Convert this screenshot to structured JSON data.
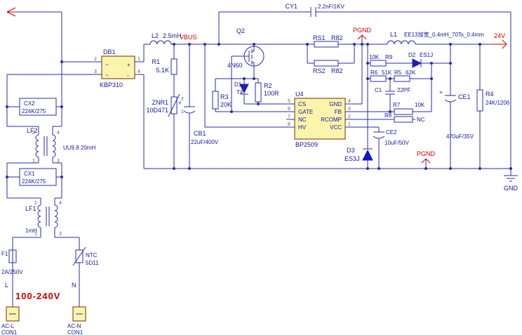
{
  "ports": {
    "vbus": "VBUS",
    "v24": "24V",
    "pgnd_top": "PGND",
    "pgnd_bottom": "PGND",
    "gnd": "GND",
    "line": "L",
    "neutral": "N",
    "ac_range": "100-240V"
  },
  "components": {
    "cy1": {
      "ref": "CY1",
      "value": "2.2nF/1KV"
    },
    "l2": {
      "ref": "L2",
      "value": "2.5mH"
    },
    "r1": {
      "ref": "R1",
      "value": "5.1K"
    },
    "db1": {
      "ref": "DB1",
      "value": "KBP310",
      "pins": [
        "2",
        "3",
        "1",
        "4"
      ],
      "marks": [
        "~",
        "+",
        "~",
        "-"
      ]
    },
    "znr1": {
      "ref": "ZNR1",
      "value": "10D471",
      "pins": [
        "2",
        "1"
      ]
    },
    "cb1": {
      "ref": "CB1",
      "value": "22uF/400V",
      "plus": "+"
    },
    "q2": {
      "ref": "Q2",
      "value": "4N60"
    },
    "d1": {
      "ref": "D1",
      "value": "T4"
    },
    "r2": {
      "ref": "R2",
      "value": "100R"
    },
    "r3": {
      "ref": "R3",
      "value": "20K"
    },
    "rs1": {
      "ref": "RS1",
      "value": "R82"
    },
    "rs2": {
      "ref": "RS2",
      "value": "R82"
    },
    "u4": {
      "ref": "U4",
      "value": "BP2509",
      "left_pins": [
        {
          "num": "5",
          "name": "CS"
        },
        {
          "num": "6",
          "name": "GATE"
        },
        {
          "num": "7",
          "name": "NC"
        },
        {
          "num": "8",
          "name": "HV"
        }
      ],
      "right_pins": [
        {
          "num": "4",
          "name": "GND"
        },
        {
          "num": "3",
          "name": "FB"
        },
        {
          "num": "2",
          "name": "RCOMP"
        },
        {
          "num": "1",
          "name": "VCC"
        }
      ]
    },
    "d3": {
      "ref": "D3",
      "value": "ES3J"
    },
    "l1": {
      "ref": "L1",
      "value": "EE13加宽_0.4mH_70Ts_0.4mm"
    },
    "d2": {
      "ref": "D2",
      "value": "ES1J"
    },
    "r9": {
      "ref": "R9",
      "value": "10K"
    },
    "r6": {
      "ref": "R6",
      "value": "51K"
    },
    "r5": {
      "ref": "R5",
      "value": "62K"
    },
    "c1": {
      "ref": "C1",
      "value": "22PF"
    },
    "r7": {
      "ref": "R7",
      "value": "10K"
    },
    "r8": {
      "ref": "R8",
      "value": "NC"
    },
    "ce2": {
      "ref": "CE2",
      "value": "10uF/50V",
      "plus": "+"
    },
    "ce1": {
      "ref": "CE1",
      "value": "470uF/35V",
      "plus": "+"
    },
    "r4": {
      "ref": "R4",
      "value": "24K/1206"
    },
    "cx2": {
      "ref": "CX2",
      "value": "224K/275"
    },
    "lf2": {
      "ref": "LF2",
      "value": "UU9.8 20mH",
      "pins": [
        "2",
        "4",
        "1",
        "3"
      ]
    },
    "cx1": {
      "ref": "CX1",
      "value": "224K/275"
    },
    "lf1": {
      "ref": "LF1",
      "value": "1mH",
      "pins": [
        "2",
        "4",
        "1",
        "3"
      ]
    },
    "f1": {
      "ref": "F1",
      "value": "2A/250V"
    },
    "ntc": {
      "ref": "NTC",
      "value": "5D11"
    },
    "con_l": {
      "ref": "AC-L",
      "value": "CON1"
    },
    "con_n": {
      "ref": "AC-N",
      "value": "CON1"
    }
  }
}
